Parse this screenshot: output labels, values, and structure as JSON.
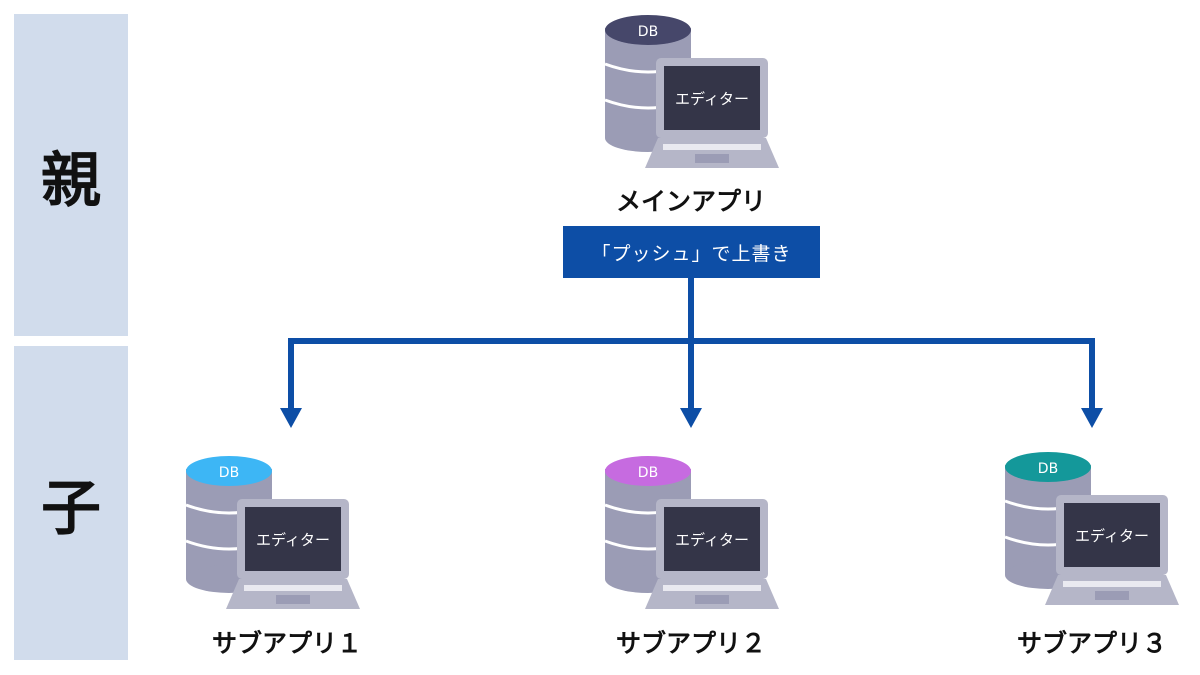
{
  "rows": {
    "parent_label": "親",
    "child_label": "子"
  },
  "action": {
    "label": "「プッシュ」で上書き"
  },
  "main_app": {
    "label": "メインアプリ",
    "db_label": "DB",
    "editor_label": "エディター",
    "db_color": "#46476a"
  },
  "sub_apps": [
    {
      "label": "サブアプリ１",
      "db_label": "DB",
      "editor_label": "エディター",
      "db_color": "#3db6f5"
    },
    {
      "label": "サブアプリ２",
      "db_label": "DB",
      "editor_label": "エディター",
      "db_color": "#c66be0"
    },
    {
      "label": "サブアプリ３",
      "db_label": "DB",
      "editor_label": "エディター",
      "db_color": "#14989a"
    }
  ],
  "colors": {
    "arrow": "#0d4ea6",
    "band": "#d1dcec",
    "db_body": "#9b9cb5",
    "laptop_frame": "#b5b6c8",
    "screen": "#343548"
  },
  "icons": [
    "database-icon",
    "laptop-icon",
    "arrow-down-icon"
  ]
}
